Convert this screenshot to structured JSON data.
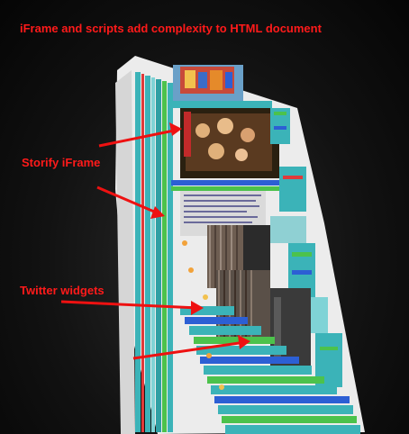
{
  "annotations": {
    "title": "iFrame and scripts add complexity to HTML document",
    "storify_label": "Storify iFrame",
    "twitter_label": "Twitter widgets"
  },
  "colors": {
    "annotation": "#ff1a1a",
    "arrow": "#ee1111",
    "background": "#121212",
    "page_face": "#ececec",
    "teal": "#3bb3b8",
    "green": "#4cc24c",
    "blue": "#2c5fd4",
    "gray": "#8a8a8a"
  },
  "visualization": {
    "type": "3D DOM view (Tilt-like) of a web page",
    "arrows_to_storify": 2,
    "arrows_to_twitter": 2
  }
}
